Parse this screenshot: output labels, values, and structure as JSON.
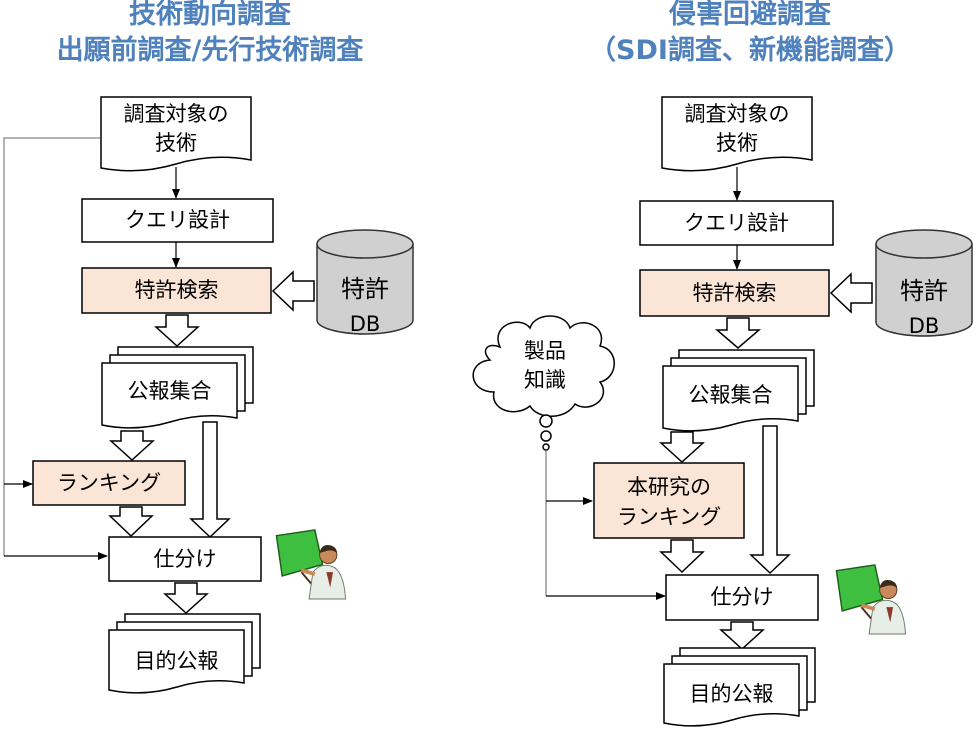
{
  "left": {
    "title_line1": "技術動向調査",
    "title_line2": "出願前調査/先行技術調査",
    "tech_line1": "調査対象の",
    "tech_line2": "技術",
    "query_design": "クエリ設計",
    "patent_search": "特許検索",
    "db_line1": "特許",
    "db_line2": "DB",
    "publication_set": "公報集合",
    "ranking": "ランキング",
    "sorting": "仕分け",
    "target_publications": "目的公報"
  },
  "right": {
    "title_line1": "侵害回避調査",
    "title_line2": "（SDI調査、新機能調査）",
    "tech_line1": "調査対象の",
    "tech_line2": "技術",
    "query_design": "クエリ設計",
    "patent_search": "特許検索",
    "db_line1": "特許",
    "db_line2": "DB",
    "knowledge_line1": "製品",
    "knowledge_line2": "知識",
    "publication_set": "公報集合",
    "ranking_line1": "本研究の",
    "ranking_line2": "ランキング",
    "sorting": "仕分け",
    "target_publications": "目的公報"
  },
  "colors": {
    "title_blue": "#4f81bd",
    "highlight_fill": "#fbe5d6",
    "db_fill": "#d0d0d0",
    "line": "#000000",
    "feedback_line": "#999999"
  },
  "icons": [
    "presenter-clipart-icon",
    "database-cylinder-icon",
    "thought-cloud-icon"
  ]
}
